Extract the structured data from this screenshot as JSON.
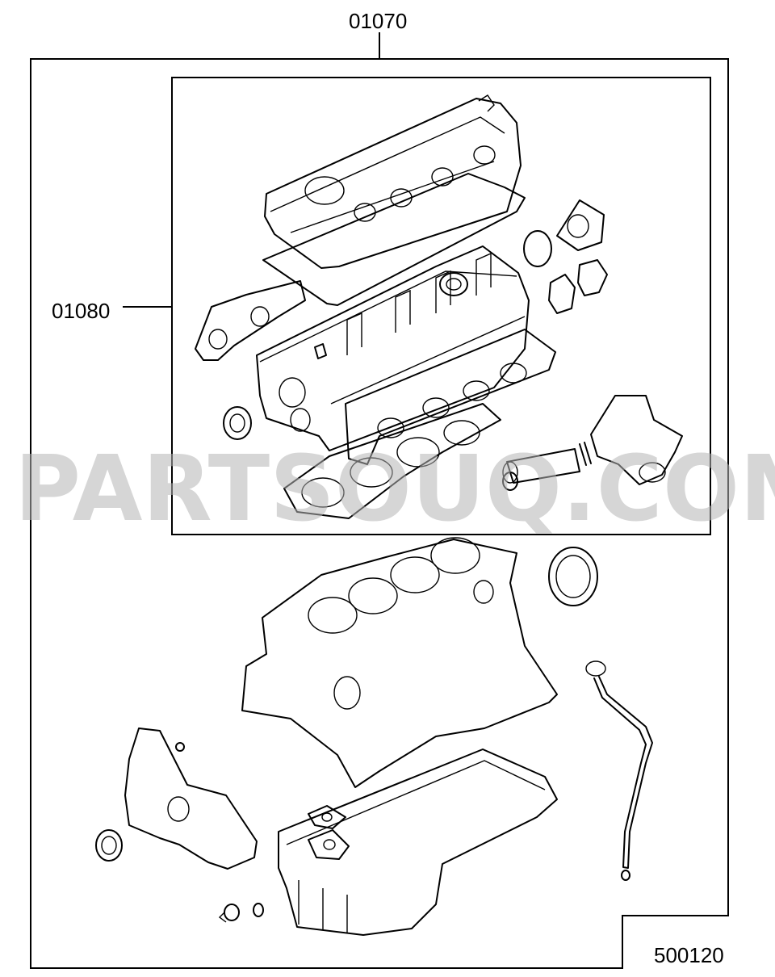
{
  "labels": {
    "kit_outer": "01070",
    "kit_inner": "01080",
    "figure_number": "500120"
  },
  "watermark": "PARTSOUQ.COM"
}
